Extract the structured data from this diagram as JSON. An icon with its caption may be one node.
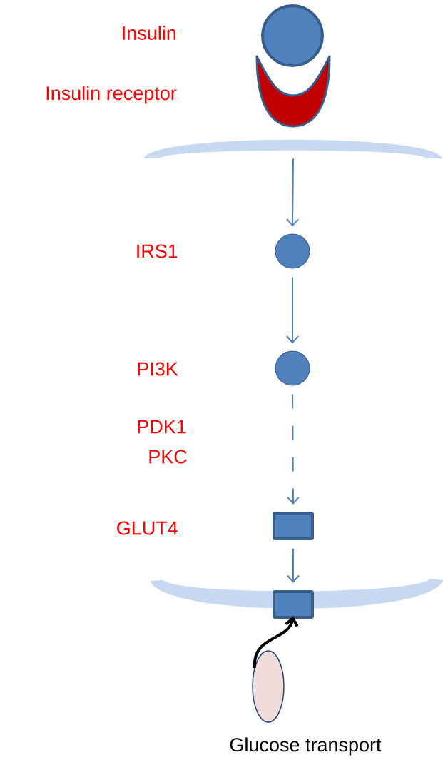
{
  "diagram": {
    "nodes": [
      {
        "text": [],
        "shape": "circle"
      },
      {
        "text": [],
        "shape": "crescent"
      },
      {
        "text": [],
        "shape": "band"
      },
      {
        "text": [],
        "shape": "circle"
      },
      {
        "text": [],
        "shape": "circle"
      },
      {
        "text": [],
        "shape": "box"
      },
      {
        "text": [],
        "shape": "band"
      },
      {
        "text": [],
        "shape": "box"
      },
      {
        "text": [],
        "shape": "ellipse",
        "beside": [
          "Glucose transport"
        ]
      }
    ],
    "edges": [
      {
        "from": 2,
        "to": 3,
        "arrow": "to"
      },
      {
        "from": 3,
        "to": 4,
        "arrow": "to"
      },
      {
        "from": 4,
        "to": 5,
        "arrow": "to",
        "style": "dashed"
      },
      {
        "from": 5,
        "to": 7,
        "arrow": "to"
      },
      {
        "from": 8,
        "to": 7,
        "arrow": "to",
        "style": "thick",
        "color": "#000000"
      }
    ],
    "labels": [
      "Insulin",
      "Insulin receptor",
      "IRS1",
      "PI3K",
      "PDK1",
      "PKC",
      "GLUT4"
    ]
  }
}
